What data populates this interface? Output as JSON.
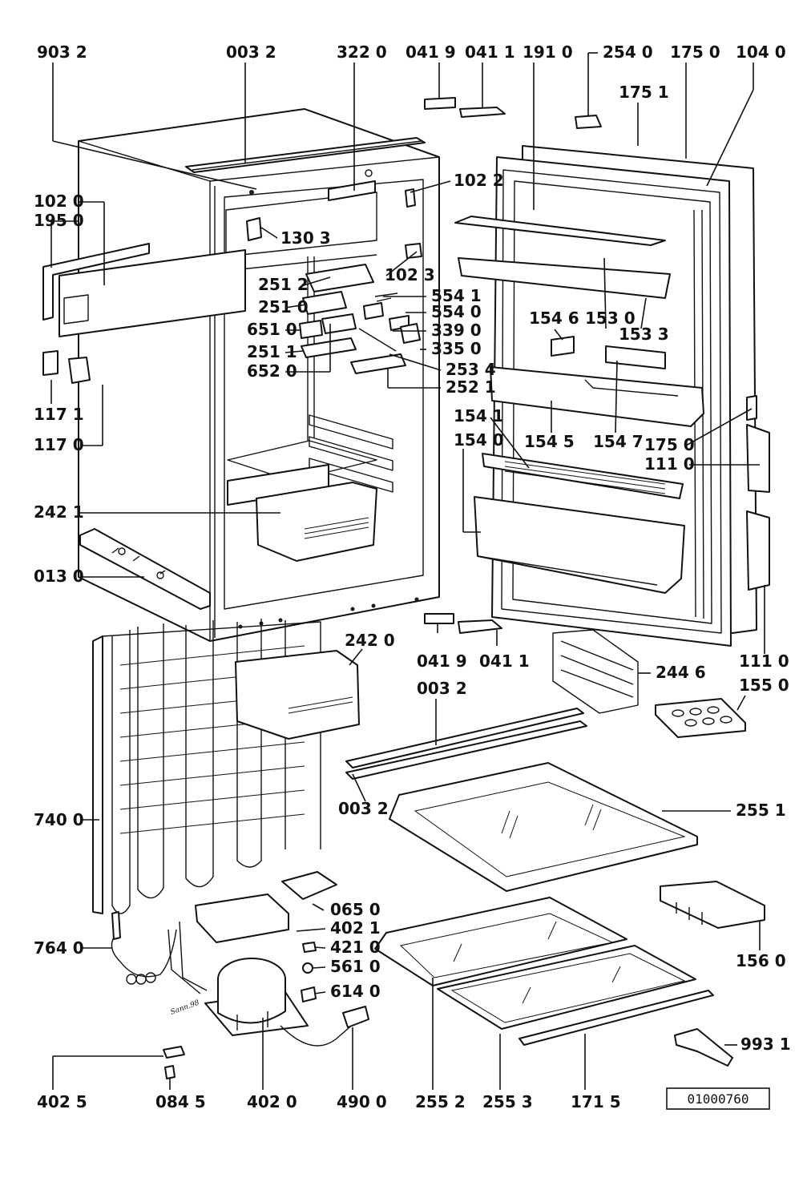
{
  "labels": {
    "l_903_2": "903 2",
    "l_003_2_top": "003 2",
    "l_322_0": "322 0",
    "l_041_9_top": "041 9",
    "l_041_1_top": "041 1",
    "l_191_0": "191 0",
    "l_254_0": "254 0",
    "l_175_0_top": "175 0",
    "l_104_0": "104 0",
    "l_175_1": "175 1",
    "l_102_0": "102 0",
    "l_195_0": "195 0",
    "l_102_2": "102 2",
    "l_130_3": "130 3",
    "l_102_3": "102 3",
    "l_251_2": "251 2",
    "l_554_1": "554 1",
    "l_251_0": "251 0",
    "l_554_0": "554 0",
    "l_651_0": "651 0",
    "l_339_0": "339 0",
    "l_154_6": "154 6",
    "l_153_0": "153 0",
    "l_153_3": "153 3",
    "l_251_1": "251 1",
    "l_335_0": "335 0",
    "l_652_0": "652 0",
    "l_253_4": "253 4",
    "l_252_1": "252 1",
    "l_117_1": "117 1",
    "l_117_0": "117 0",
    "l_154_1": "154 1",
    "l_154_5": "154 5",
    "l_154_7": "154 7",
    "l_175_0_mid": "175 0",
    "l_154_0": "154 0",
    "l_111_0_mid": "111 0",
    "l_242_1": "242 1",
    "l_013_0": "013 0",
    "l_041_9_bot": "041 9",
    "l_041_1_bot": "041 1",
    "l_111_0_bot": "111 0",
    "l_242_0": "242 0",
    "l_244_6": "244 6",
    "l_155_0": "155 0",
    "l_003_2_mid": "003 2",
    "l_003_2_bot": "003 2",
    "l_740_0": "740 0",
    "l_255_1": "255 1",
    "l_065_0": "065 0",
    "l_402_1": "402 1",
    "l_764_0": "764 0",
    "l_421_0": "421 0",
    "l_156_0": "156 0",
    "l_561_0": "561 0",
    "l_614_0": "614 0",
    "l_993_1": "993 1",
    "l_402_5": "402 5",
    "l_084_5": "084 5",
    "l_402_0": "402 0",
    "l_490_0": "490 0",
    "l_255_2": "255 2",
    "l_255_3": "255 3",
    "l_171_5": "171 5"
  },
  "drawing_ref": "01000760",
  "signature": "Sann.98"
}
